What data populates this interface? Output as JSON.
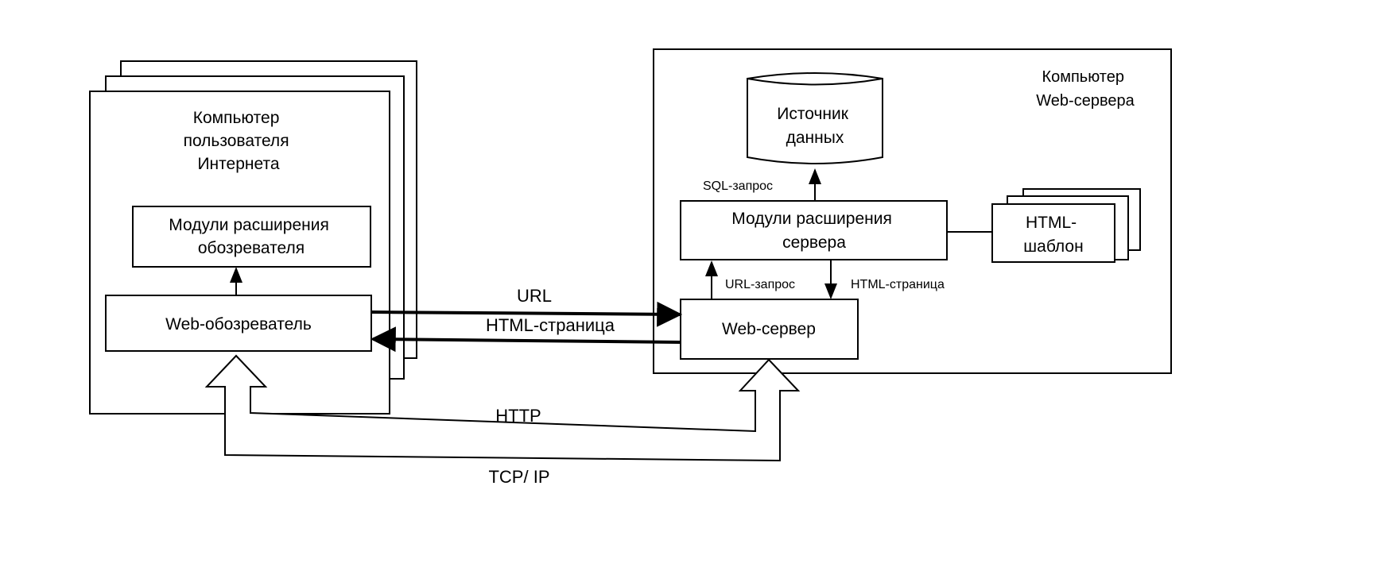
{
  "client_computer": {
    "title_lines": [
      "Компьютер",
      "пользователя",
      "Интернета"
    ],
    "browser_plugins_lines": [
      "Модули расширения",
      "обозревателя"
    ],
    "browser": "Web-обозреватель"
  },
  "server_computer": {
    "title_lines": [
      "Компьютер",
      "Web-сервера"
    ],
    "data_source_lines": [
      "Источник",
      "данных"
    ],
    "server_plugins_lines": [
      "Модули расширения",
      "сервера"
    ],
    "html_template_lines": [
      "HTML-",
      "шаблон"
    ],
    "web_server": "Web-сервер",
    "sql_request": "SQL-запрос",
    "url_request": "URL-запрос",
    "html_page_small": "HTML-страница"
  },
  "connections": {
    "url": "URL",
    "html_page": "HTML-страница",
    "http": "HTTP",
    "tcpip": "TCP/ IP"
  }
}
